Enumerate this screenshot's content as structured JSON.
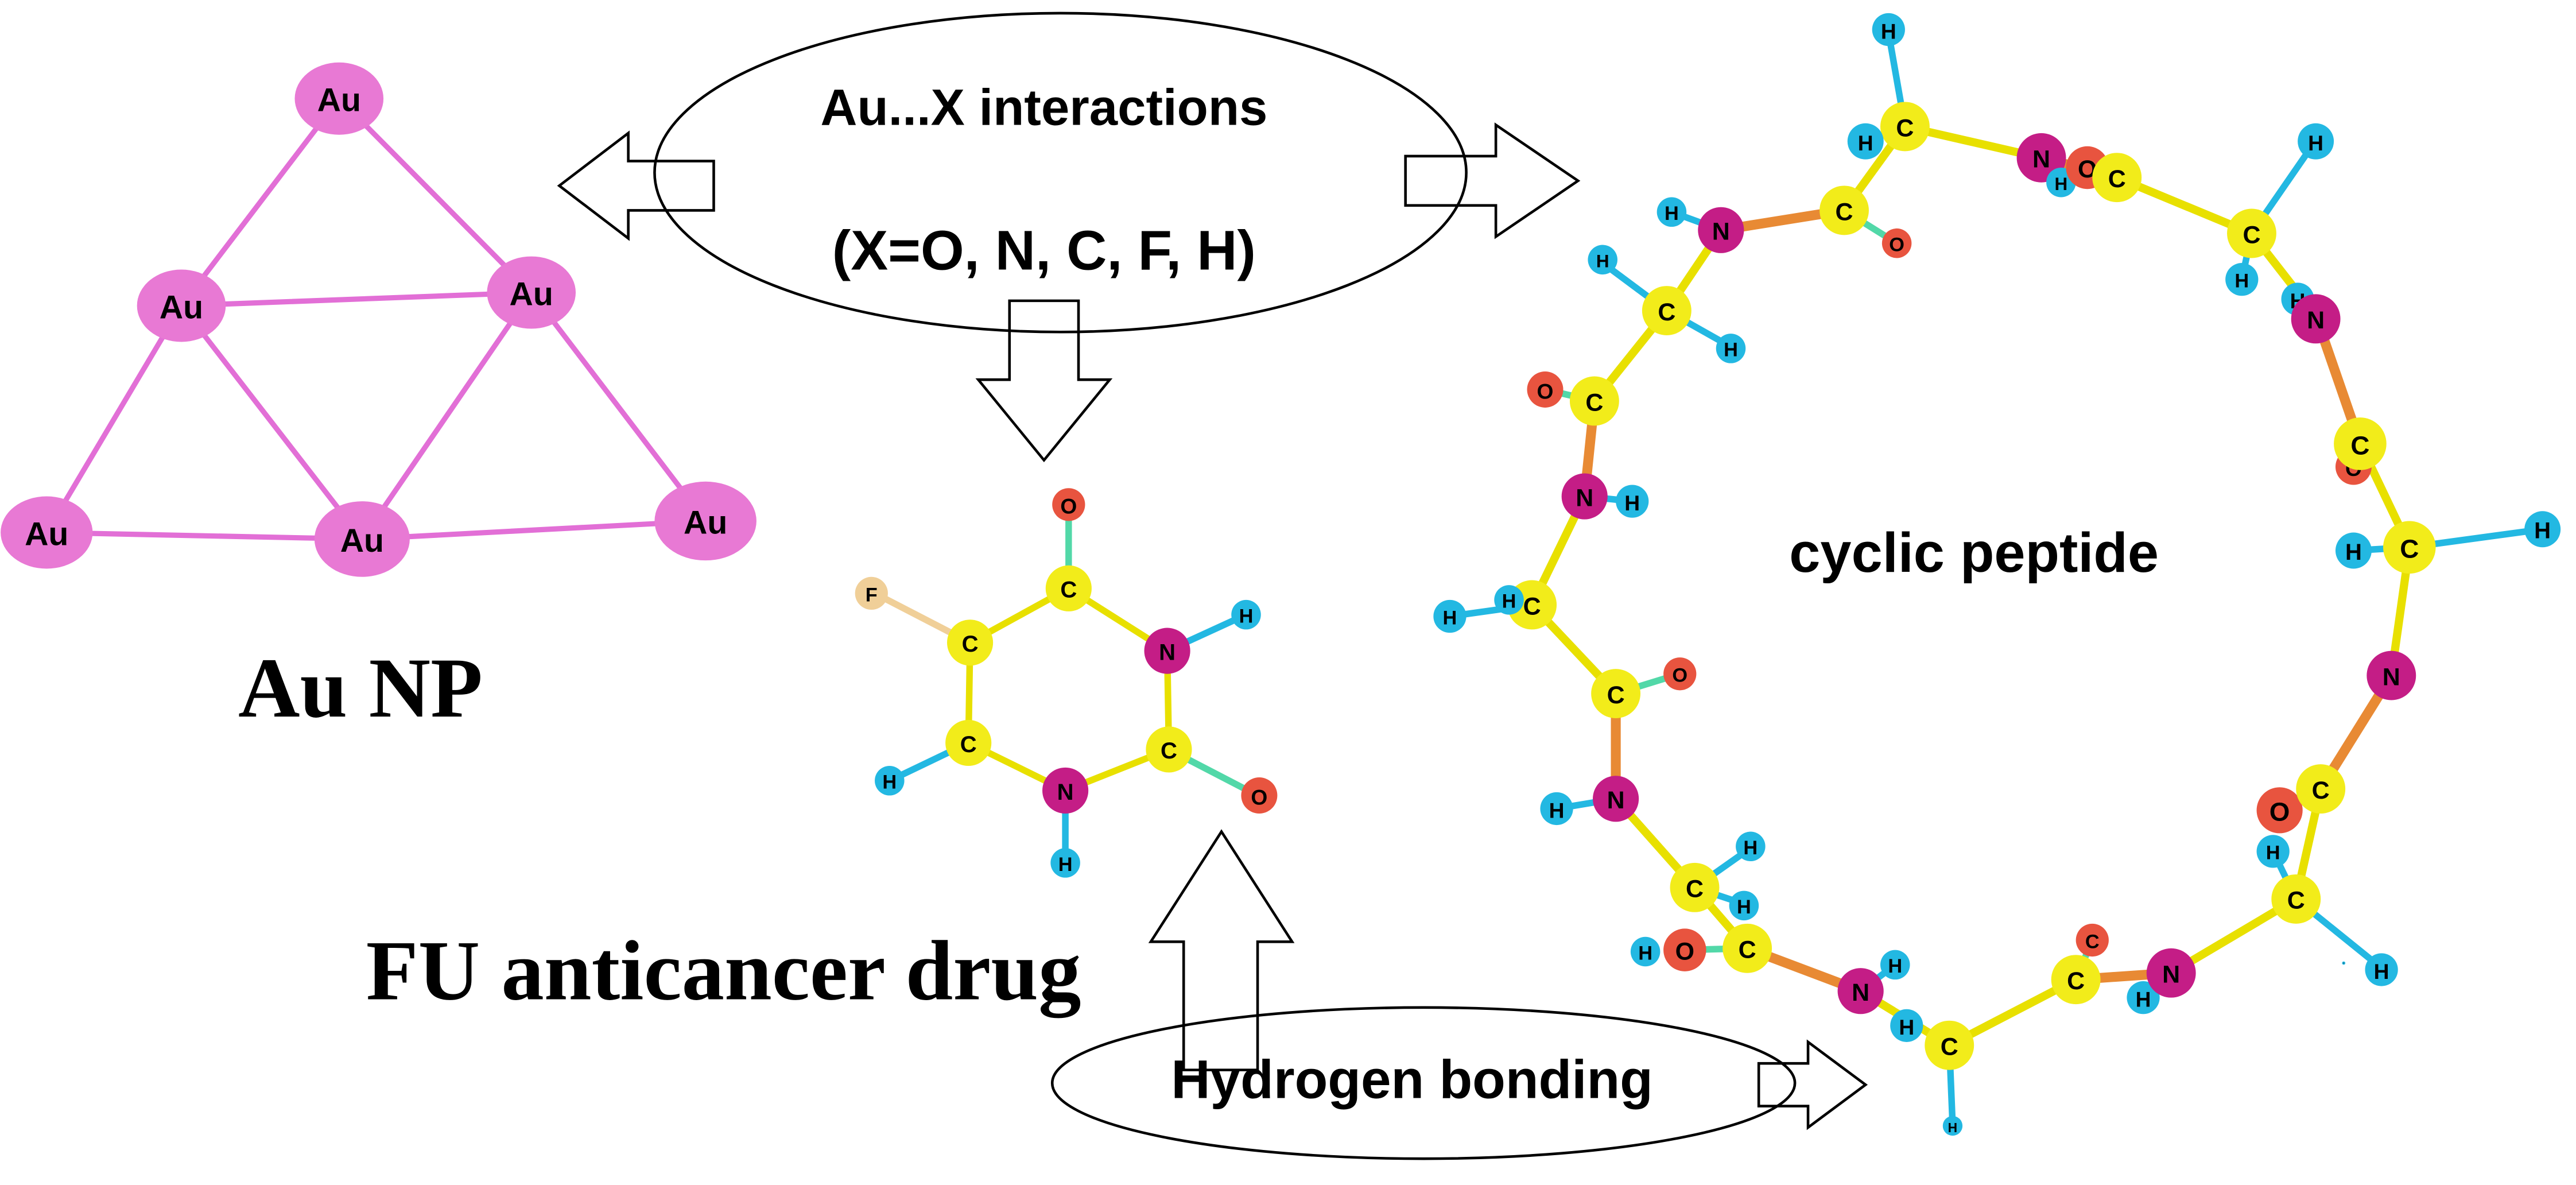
{
  "labels": {
    "au_np": "Au NP",
    "fu_drug": "FU anticancer drug",
    "cyclic_peptide": "cyclic peptide",
    "interaction_line1": "Au...X interactions",
    "interaction_line2": "(X=O, N, C, F, H)",
    "hydrogen_bonding": "Hydrogen bonding"
  },
  "colors": {
    "gold": "#e879d4",
    "gold_bond": "#e26fd6",
    "carbon": "#f2ec1a",
    "carbon_bond": "#e8e000",
    "nitrogen": "#c41d86",
    "oxygen": "#e8543f",
    "hydrogen": "#23b8e2",
    "fluorine": "#f0cf98",
    "amide_bond": "#e88a34",
    "co_bond": "#52d8a8"
  },
  "molecules": {
    "au_np": {
      "atoms": [
        "Au",
        "Au",
        "Au",
        "Au",
        "Au",
        "Au"
      ]
    },
    "fu_drug": {
      "atoms": [
        "O",
        "C",
        "N",
        "H",
        "C",
        "O",
        "N",
        "H",
        "C",
        "H",
        "C",
        "F"
      ]
    },
    "cyclic_peptide": {
      "atoms": [
        "H",
        "C",
        "H",
        "N",
        "H",
        "O",
        "C",
        "C",
        "H",
        "H",
        "O",
        "C",
        "H",
        "N",
        "H",
        "C",
        "H",
        "H",
        "O",
        "C",
        "N",
        "H",
        "C",
        "H",
        "H",
        "O",
        "C",
        "N",
        "H",
        "C",
        "H",
        "H",
        "O",
        "C",
        "N",
        "H",
        "H",
        "C",
        "H",
        "N",
        "C",
        "H",
        "C",
        "H",
        "H",
        "N",
        "O",
        "C",
        "H",
        "C",
        "H",
        "O",
        "C",
        "N",
        "H",
        "H",
        "C"
      ]
    }
  }
}
